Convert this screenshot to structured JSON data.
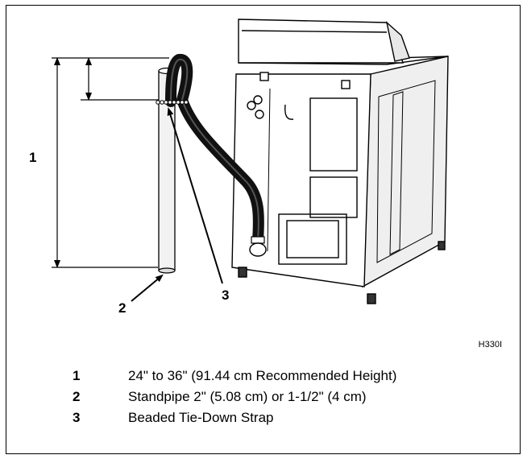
{
  "callouts": {
    "one": "1",
    "two": "2",
    "three": "3"
  },
  "figure_code": "H330I",
  "legend": [
    {
      "num": "1",
      "text": "24\" to 36\" (91.44 cm Recommended Height)"
    },
    {
      "num": "2",
      "text": "Standpipe 2\" (5.08 cm) or 1-1/2\" (4 cm)"
    },
    {
      "num": "3",
      "text": "Beaded Tie-Down Strap"
    }
  ]
}
